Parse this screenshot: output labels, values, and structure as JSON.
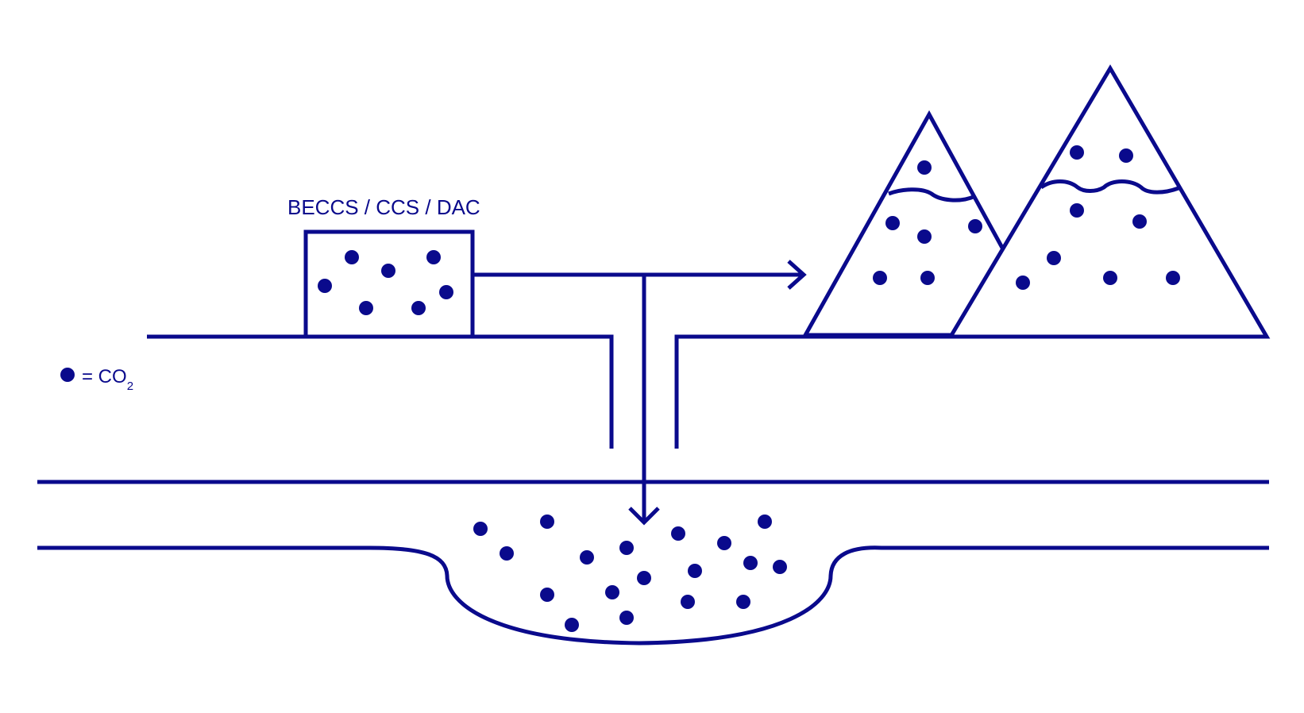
{
  "diagram": {
    "process_label": "BECCS / CCS / DAC",
    "legend": {
      "marker_icon": "co2-dot-icon",
      "text_prefix": "= CO",
      "text_subscript": "2"
    },
    "color": "#0a0a8c"
  }
}
